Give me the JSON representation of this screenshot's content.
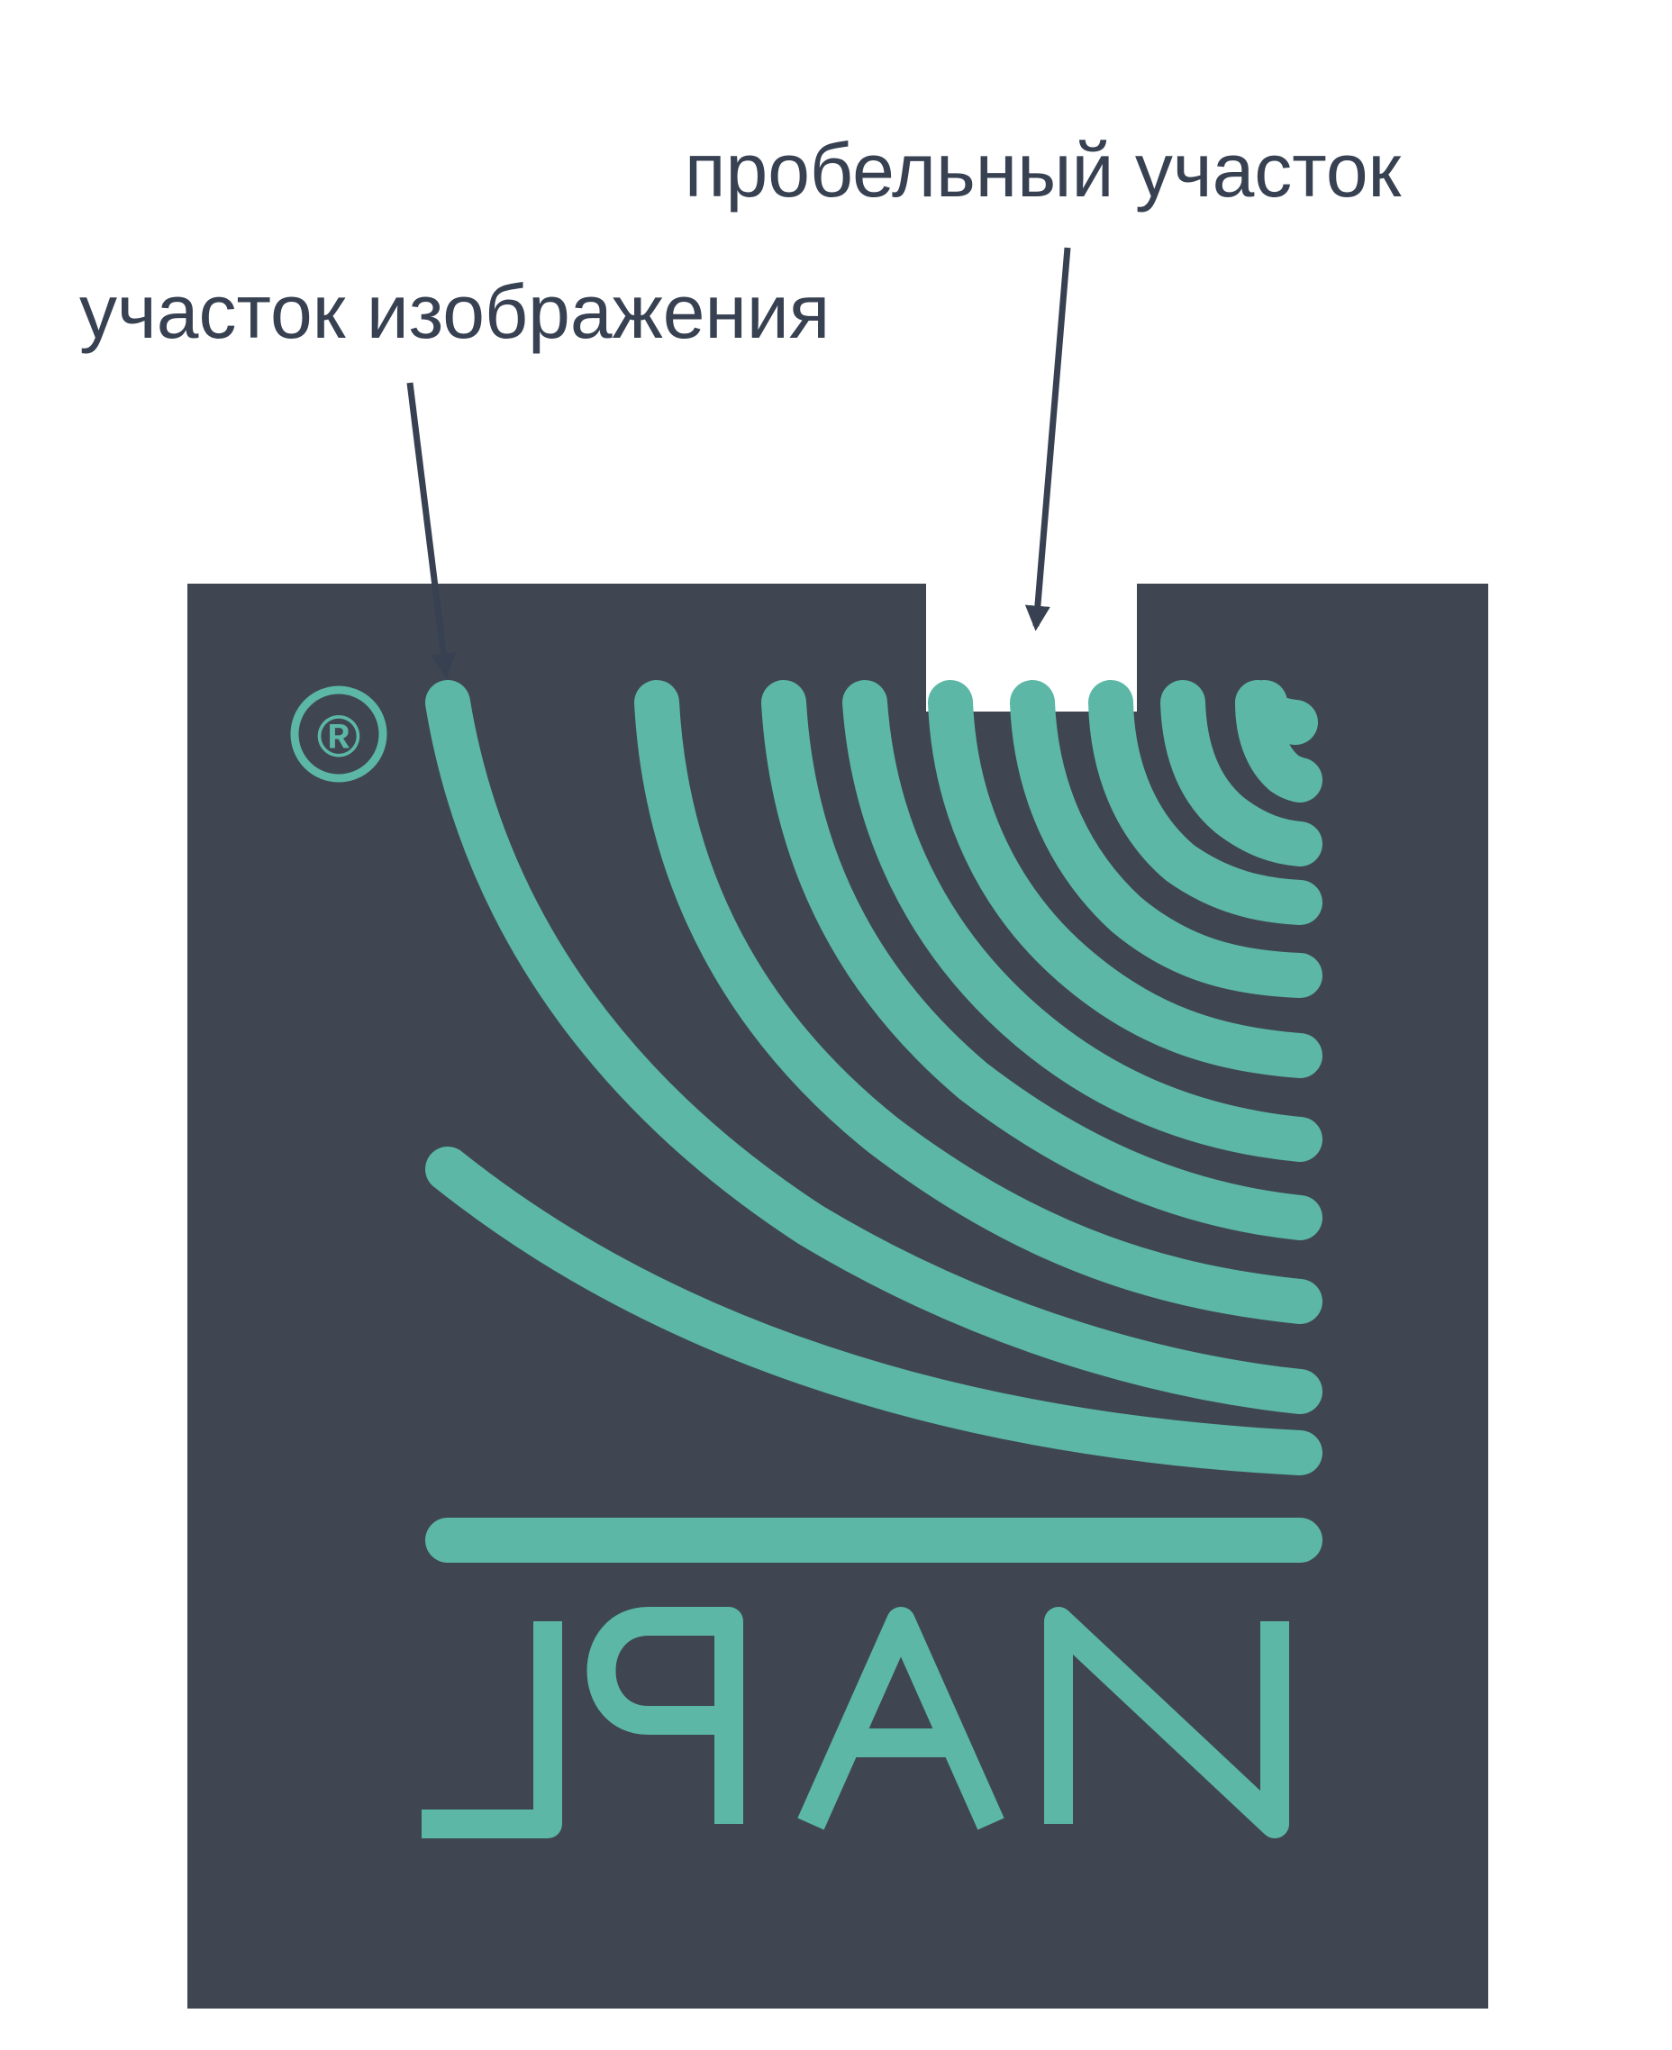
{
  "labels": {
    "image_area": "участок изображения",
    "blank_area": "пробельный участок"
  },
  "logo": {
    "text": "NAPL",
    "registered_mark": "®",
    "mirrored": true,
    "arc_count": 11,
    "lines": [
      "horizontal-bar",
      "letters"
    ]
  },
  "colors": {
    "plate": "#3f4652",
    "accent": "#5cb7a6",
    "blank": "#ffffff",
    "label_text": "#374151",
    "arrow": "#374151"
  },
  "icons": [
    "registered-mark-icon",
    "arrow-down-icon"
  ]
}
